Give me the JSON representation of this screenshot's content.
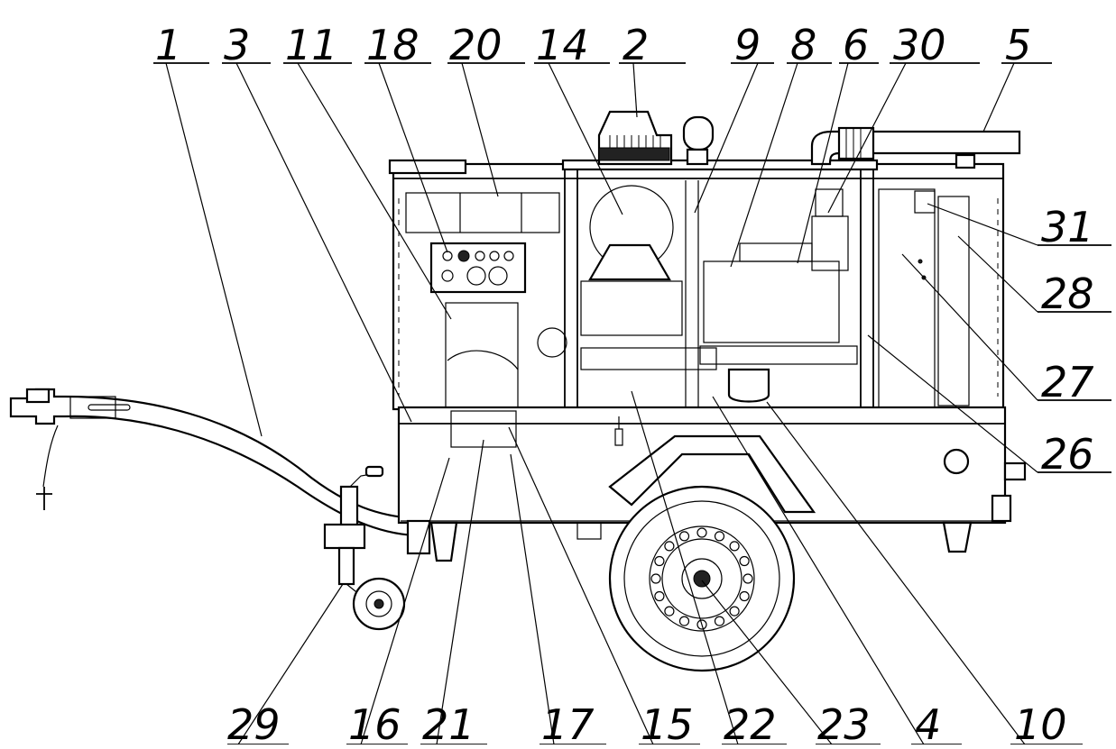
{
  "callouts": {
    "top": [
      "1",
      "3",
      "11",
      "18",
      "20",
      "14",
      "2",
      "9",
      "8",
      "6",
      "30",
      "5"
    ],
    "right": [
      "31",
      "28",
      "27",
      "26"
    ],
    "bottom": [
      "29",
      "16",
      "21",
      "17",
      "15",
      "22",
      "23",
      "4",
      "10"
    ]
  },
  "colors": {
    "ink": "#000000",
    "paper": "#ffffff"
  }
}
